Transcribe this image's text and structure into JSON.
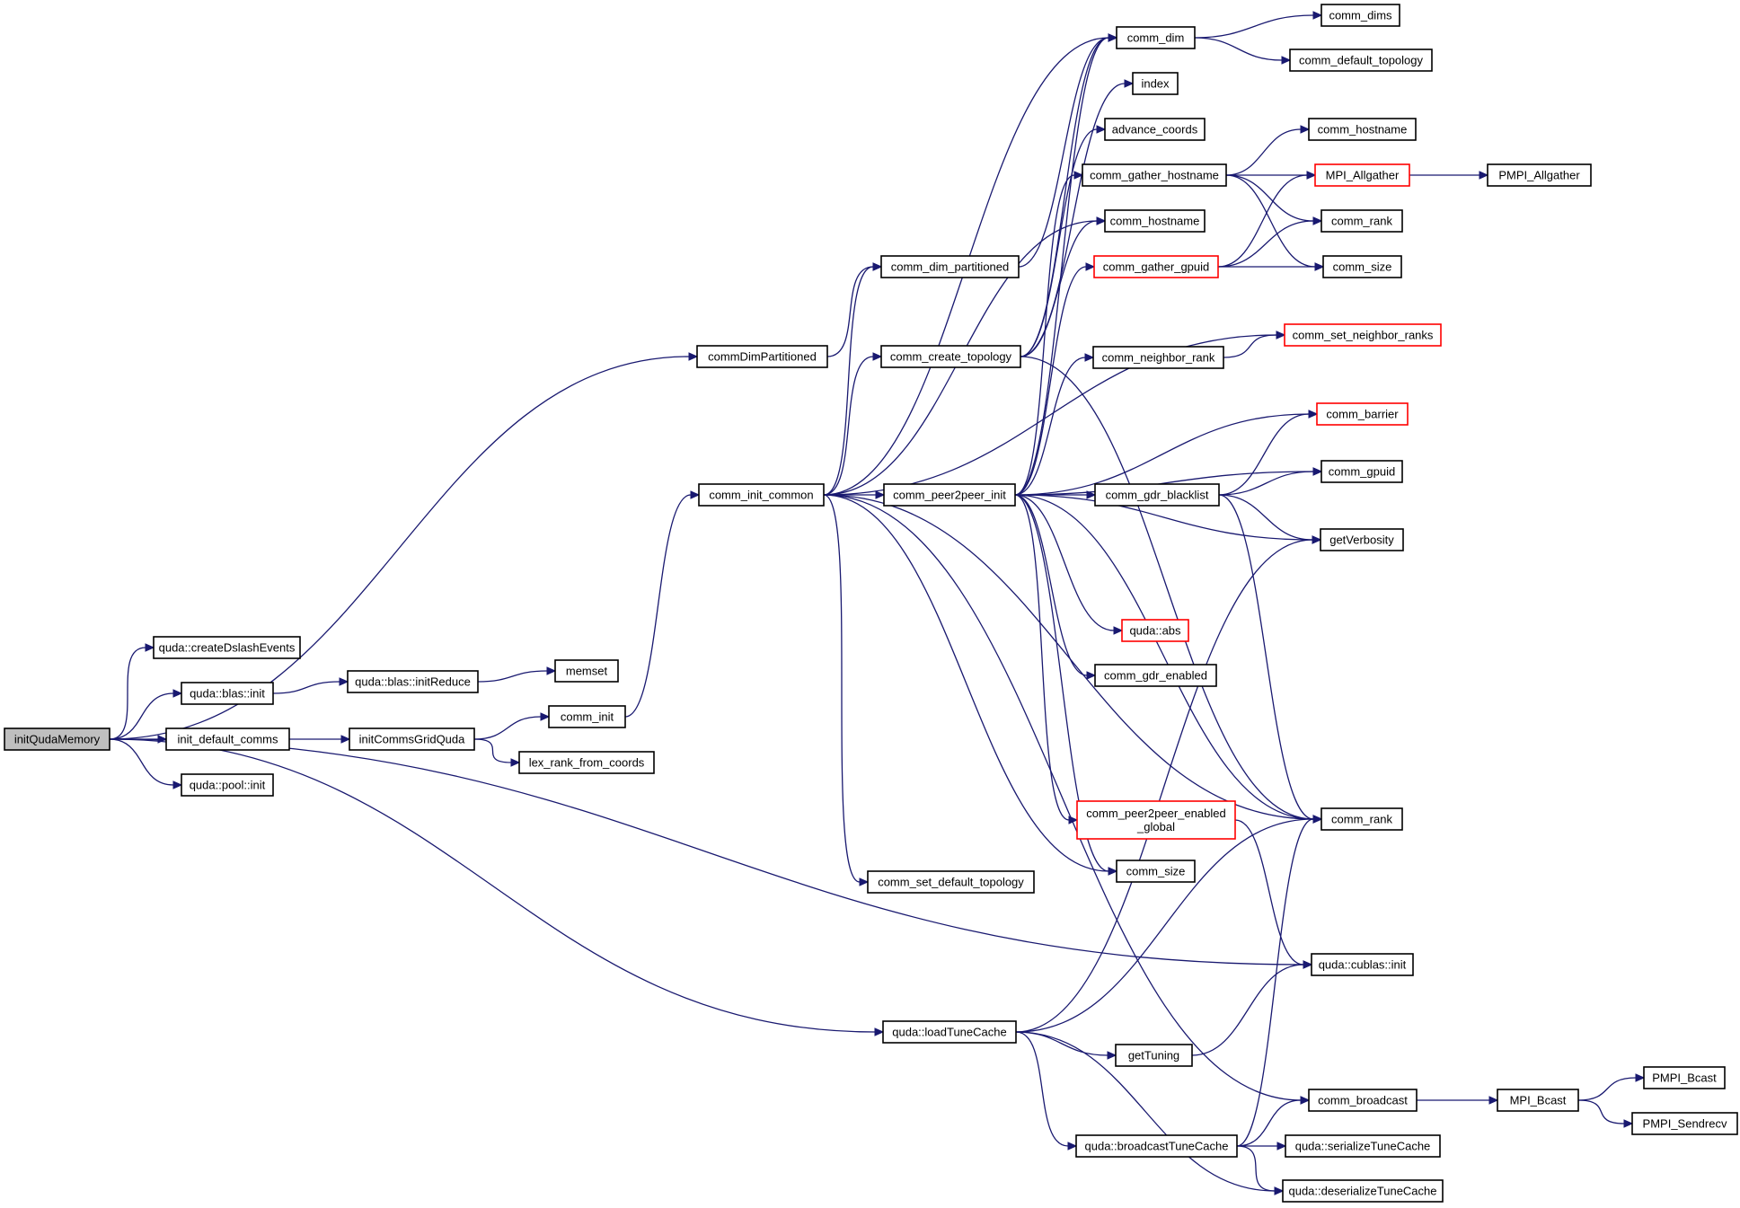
{
  "nodes": [
    {
      "id": "initQudaMemory",
      "label": "initQudaMemory",
      "root": true
    },
    {
      "id": "createDslashEvents",
      "label": "quda::createDslashEvents"
    },
    {
      "id": "blasInit",
      "label": "quda::blas::init"
    },
    {
      "id": "initDefaultComms",
      "label": "init_default_comms"
    },
    {
      "id": "poolInit",
      "label": "quda::pool::init"
    },
    {
      "id": "initReduce",
      "label": "quda::blas::initReduce"
    },
    {
      "id": "memset",
      "label": "memset"
    },
    {
      "id": "initCommsGridQuda",
      "label": "initCommsGridQuda"
    },
    {
      "id": "commInit",
      "label": "comm_init"
    },
    {
      "id": "lexRank",
      "label": "lex_rank_from_coords"
    },
    {
      "id": "commDimPartitioned",
      "label": "commDimPartitioned"
    },
    {
      "id": "commInitCommon",
      "label": "comm_init_common"
    },
    {
      "id": "comm_dim_partitioned",
      "label": "comm_dim_partitioned"
    },
    {
      "id": "commCreateTopology",
      "label": "comm_create_topology"
    },
    {
      "id": "commPeer2peerInit",
      "label": "comm_peer2peer_init"
    },
    {
      "id": "commSetDefaultTopology",
      "label": "comm_set_default_topology"
    },
    {
      "id": "loadTuneCache",
      "label": "quda::loadTuneCache"
    },
    {
      "id": "commDim",
      "label": "comm_dim"
    },
    {
      "id": "index",
      "label": "index"
    },
    {
      "id": "advanceCoords",
      "label": "advance_coords"
    },
    {
      "id": "commGatherHostname",
      "label": "comm_gather_hostname"
    },
    {
      "id": "commHostnameMid",
      "label": "comm_hostname"
    },
    {
      "id": "commGatherGpuid",
      "label": "comm_gather_gpuid",
      "truncated": true
    },
    {
      "id": "commNeighborRank",
      "label": "comm_neighbor_rank"
    },
    {
      "id": "commGdrBlacklist",
      "label": "comm_gdr_blacklist"
    },
    {
      "id": "qudaAbs",
      "label": "quda::abs",
      "truncated": true
    },
    {
      "id": "commGdrEnabled",
      "label": "comm_gdr_enabled"
    },
    {
      "id": "commP2pEnabledGlobal",
      "label": [
        "comm_peer2peer_enabled",
        "_global"
      ],
      "truncated": true
    },
    {
      "id": "commSizeLow",
      "label": "comm_size"
    },
    {
      "id": "getTuning",
      "label": "getTuning"
    },
    {
      "id": "broadcastTuneCache",
      "label": "quda::broadcastTuneCache"
    },
    {
      "id": "commDims",
      "label": "comm_dims"
    },
    {
      "id": "commDefaultTopology",
      "label": "comm_default_topology"
    },
    {
      "id": "commHostnameR",
      "label": "comm_hostname"
    },
    {
      "id": "mpiAllgather",
      "label": "MPI_Allgather",
      "truncated": true
    },
    {
      "id": "commRankTop",
      "label": "comm_rank"
    },
    {
      "id": "commSizeTop",
      "label": "comm_size"
    },
    {
      "id": "commSetNeighborRanks",
      "label": "comm_set_neighbor_ranks",
      "truncated": true
    },
    {
      "id": "commBarrier",
      "label": "comm_barrier",
      "truncated": true
    },
    {
      "id": "commGpuid",
      "label": "comm_gpuid"
    },
    {
      "id": "getVerbosity",
      "label": "getVerbosity"
    },
    {
      "id": "commRankLow",
      "label": "comm_rank"
    },
    {
      "id": "cublasInit",
      "label": "quda::cublas::init"
    },
    {
      "id": "commBroadcast",
      "label": "comm_broadcast"
    },
    {
      "id": "serializeTuneCache",
      "label": "quda::serializeTuneCache"
    },
    {
      "id": "deserializeTuneCache",
      "label": "quda::deserializeTuneCache"
    },
    {
      "id": "pmpiAllgather",
      "label": "PMPI_Allgather"
    },
    {
      "id": "mpiBcast",
      "label": "MPI_Bcast"
    },
    {
      "id": "pmpiBcast",
      "label": "PMPI_Bcast"
    },
    {
      "id": "pmpiSendrecv",
      "label": "PMPI_Sendrecv"
    }
  ],
  "edges": [
    [
      "initQudaMemory",
      "commDimPartitioned"
    ],
    [
      "initQudaMemory",
      "createDslashEvents"
    ],
    [
      "initQudaMemory",
      "blasInit"
    ],
    [
      "initQudaMemory",
      "initDefaultComms"
    ],
    [
      "initQudaMemory",
      "poolInit"
    ],
    [
      "initQudaMemory",
      "cublasInit"
    ],
    [
      "initQudaMemory",
      "loadTuneCache"
    ],
    [
      "blasInit",
      "initReduce"
    ],
    [
      "initReduce",
      "memset"
    ],
    [
      "initDefaultComms",
      "initCommsGridQuda"
    ],
    [
      "initCommsGridQuda",
      "commInit"
    ],
    [
      "initCommsGridQuda",
      "lexRank"
    ],
    [
      "commInit",
      "commInitCommon"
    ],
    [
      "commDimPartitioned",
      "comm_dim_partitioned"
    ],
    [
      "comm_dim_partitioned",
      "commDim"
    ],
    [
      "commInitCommon",
      "comm_dim_partitioned"
    ],
    [
      "commInitCommon",
      "commCreateTopology"
    ],
    [
      "commInitCommon",
      "commPeer2peerInit"
    ],
    [
      "commInitCommon",
      "commSetDefaultTopology"
    ],
    [
      "commInitCommon",
      "commDim"
    ],
    [
      "commInitCommon",
      "commHostnameMid"
    ],
    [
      "commInitCommon",
      "commSetNeighborRanks"
    ],
    [
      "commInitCommon",
      "commSizeLow"
    ],
    [
      "commInitCommon",
      "commRankLow"
    ],
    [
      "commInitCommon",
      "commBroadcast"
    ],
    [
      "commCreateTopology",
      "commDim"
    ],
    [
      "commCreateTopology",
      "index"
    ],
    [
      "commCreateTopology",
      "advanceCoords"
    ],
    [
      "commCreateTopology",
      "commHostnameMid"
    ],
    [
      "commCreateTopology",
      "commRankLow"
    ],
    [
      "commPeer2peerInit",
      "commDim"
    ],
    [
      "commPeer2peerInit",
      "commGatherHostname"
    ],
    [
      "commPeer2peerInit",
      "commGatherGpuid"
    ],
    [
      "commPeer2peerInit",
      "commNeighborRank"
    ],
    [
      "commPeer2peerInit",
      "commBarrier"
    ],
    [
      "commPeer2peerInit",
      "commGdrBlacklist"
    ],
    [
      "commPeer2peerInit",
      "commGpuid"
    ],
    [
      "commPeer2peerInit",
      "getVerbosity"
    ],
    [
      "commPeer2peerInit",
      "qudaAbs"
    ],
    [
      "commPeer2peerInit",
      "commGdrEnabled"
    ],
    [
      "commPeer2peerInit",
      "commP2pEnabledGlobal"
    ],
    [
      "commPeer2peerInit",
      "commRankLow"
    ],
    [
      "commPeer2peerInit",
      "commSizeLow"
    ],
    [
      "commDim",
      "commDims"
    ],
    [
      "commDim",
      "commDefaultTopology"
    ],
    [
      "commGatherHostname",
      "commHostnameR"
    ],
    [
      "commGatherHostname",
      "mpiAllgather"
    ],
    [
      "commGatherHostname",
      "commRankTop"
    ],
    [
      "commGatherHostname",
      "commSizeTop"
    ],
    [
      "commGatherGpuid",
      "mpiAllgather"
    ],
    [
      "commGatherGpuid",
      "commRankTop"
    ],
    [
      "commGatherGpuid",
      "commSizeTop"
    ],
    [
      "mpiAllgather",
      "pmpiAllgather"
    ],
    [
      "commNeighborRank",
      "commSetNeighborRanks"
    ],
    [
      "commGdrBlacklist",
      "commBarrier"
    ],
    [
      "commGdrBlacklist",
      "commGpuid"
    ],
    [
      "commGdrBlacklist",
      "getVerbosity"
    ],
    [
      "commGdrBlacklist",
      "commRankLow"
    ],
    [
      "commP2pEnabledGlobal",
      "cublasInit"
    ],
    [
      "loadTuneCache",
      "getVerbosity"
    ],
    [
      "loadTuneCache",
      "commRankLow"
    ],
    [
      "loadTuneCache",
      "getTuning"
    ],
    [
      "loadTuneCache",
      "broadcastTuneCache"
    ],
    [
      "loadTuneCache",
      "deserializeTuneCache"
    ],
    [
      "getTuning",
      "cublasInit"
    ],
    [
      "broadcastTuneCache",
      "commBroadcast"
    ],
    [
      "broadcastTuneCache",
      "commRankLow"
    ],
    [
      "broadcastTuneCache",
      "serializeTuneCache"
    ],
    [
      "broadcastTuneCache",
      "deserializeTuneCache"
    ],
    [
      "commBroadcast",
      "mpiBcast"
    ],
    [
      "mpiBcast",
      "pmpiBcast"
    ],
    [
      "mpiBcast",
      "pmpiSendrecv"
    ]
  ]
}
